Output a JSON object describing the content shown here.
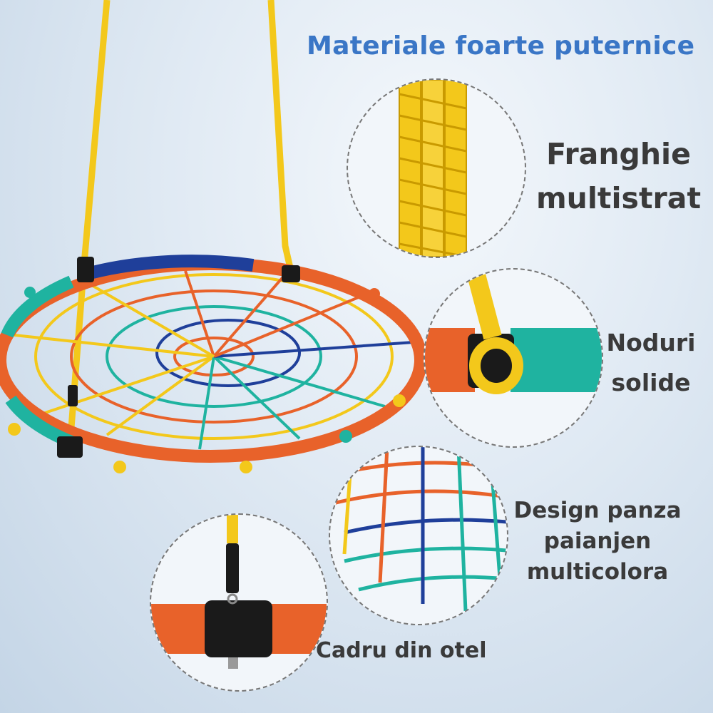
{
  "header": {
    "title": "Materiale foarte puternice"
  },
  "features": {
    "rope": {
      "line1": "Franghie",
      "line2": "multistrat",
      "icon": "rope-detail-icon"
    },
    "knots": {
      "line1": "Noduri",
      "line2": "solide",
      "icon": "knot-detail-icon"
    },
    "web": {
      "line1": "Design panza",
      "line2": "paianjen",
      "line3": "multicolora",
      "icon": "web-detail-icon"
    },
    "frame": {
      "line1": "Cadru din otel",
      "icon": "frame-detail-icon"
    }
  },
  "colors": {
    "title": "#3a76c6",
    "rope_yellow": "#f3c81b",
    "net_orange": "#e8622a",
    "net_blue": "#1f3f9a",
    "net_teal": "#1fb3a0",
    "frame_black": "#1a1a1a"
  }
}
